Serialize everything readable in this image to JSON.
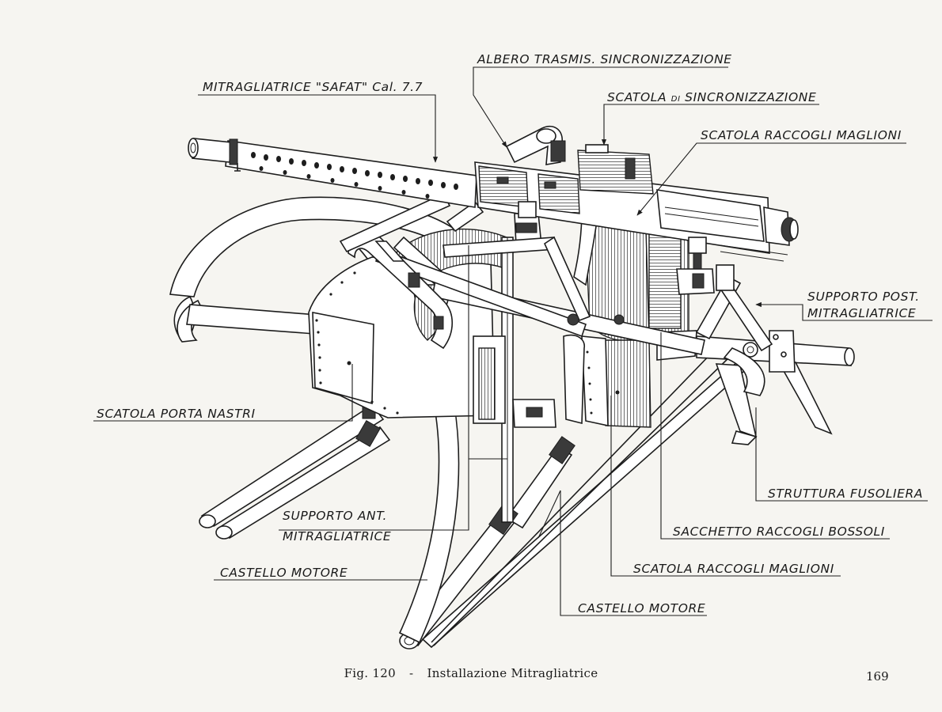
{
  "labels": {
    "albero": "ALBERO TRASMIS. SINCRONIZZAZIONE",
    "mitragliatrice_prefix": "MITRAGLIATRICE \"SAFAT\" Cal. 7.7",
    "scatola_sinc_a": "SCATOLA ",
    "scatola_sinc_di": "DI",
    "scatola_sinc_b": " SINCRONIZZAZIONE",
    "scatola_raccogli_top": "SCATOLA RACCOGLI MAGLIONI",
    "supporto_post_1": "SUPPORTO POST.",
    "supporto_post_2": "MITRAGLIATRICE",
    "scatola_porta_nastri": "SCATOLA PORTA NASTRI",
    "struttura_fusoliera": "STRUTTURA FUSOLIERA",
    "supporto_ant_1": "SUPPORTO ANT.",
    "supporto_ant_2": "MITRAGLIATRICE",
    "sacchetto": "SACCHETTO RACCOGLI BOSSOLI",
    "castello_left": "CASTELLO MOTORE",
    "scatola_raccogli_bottom": "SCATOLA RACCOGLI MAGLIONI",
    "castello_bottom": "CASTELLO MOTORE"
  },
  "caption": {
    "fig": "Fig. 120",
    "dash": "-",
    "title": "Installazione Mitragliatrice"
  },
  "page_number": "169"
}
